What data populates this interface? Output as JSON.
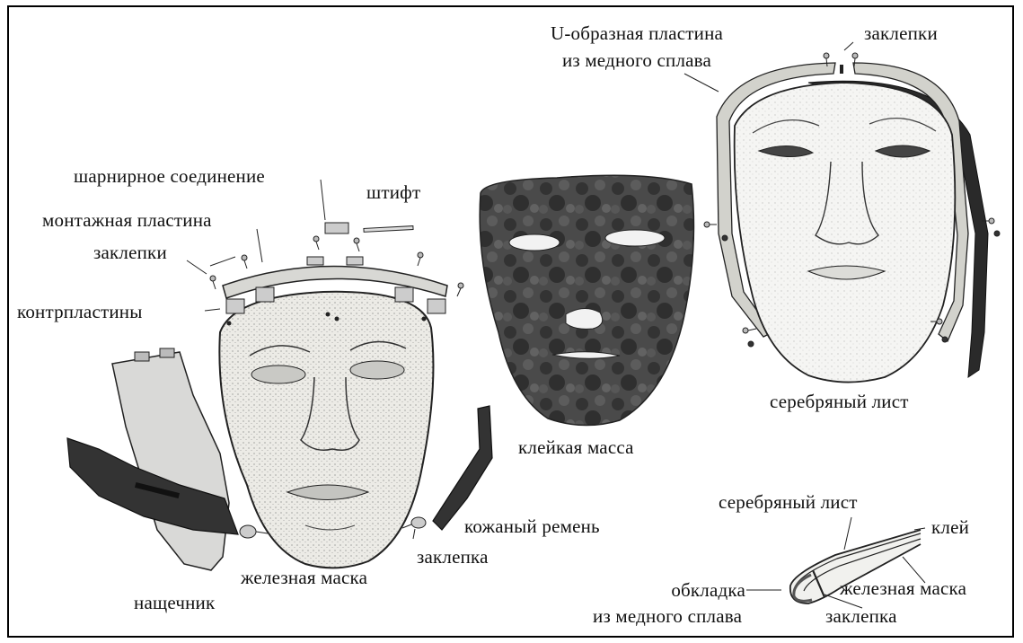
{
  "labels": {
    "hinge": "шарнирное соединение",
    "pin": "штифт",
    "mounting_plate": "монтажная пластина",
    "rivets_left": "заклепки",
    "counterplates": "контрпластины",
    "u_plate_line1": "U-образная пластина",
    "u_plate_line2": "из медного сплава",
    "rivets_top": "заклепки",
    "glue_mass": "клейкая масса",
    "silver_sheet": "серебряный лист",
    "leather_strap": "кожаный ремень",
    "rivet": "заклепка",
    "iron_mask": "железная маска",
    "cheek_guard": "нащечник",
    "cs_silver_sheet": "серебряный лист",
    "cs_glue": "клей",
    "cs_iron_mask": "железная маска",
    "cs_rivet": "заклепка",
    "cs_binding_line1": "обкладка",
    "cs_binding_line2": "из медного сплава"
  },
  "colors": {
    "ink": "#111111",
    "iron": "#e9e7e2",
    "glue_mass": "#3e3e3e",
    "silver": "#f4f4f2",
    "strap": "#2e2e2e",
    "cheek": "#d6d6d4",
    "brass": "#cfcfc9"
  }
}
